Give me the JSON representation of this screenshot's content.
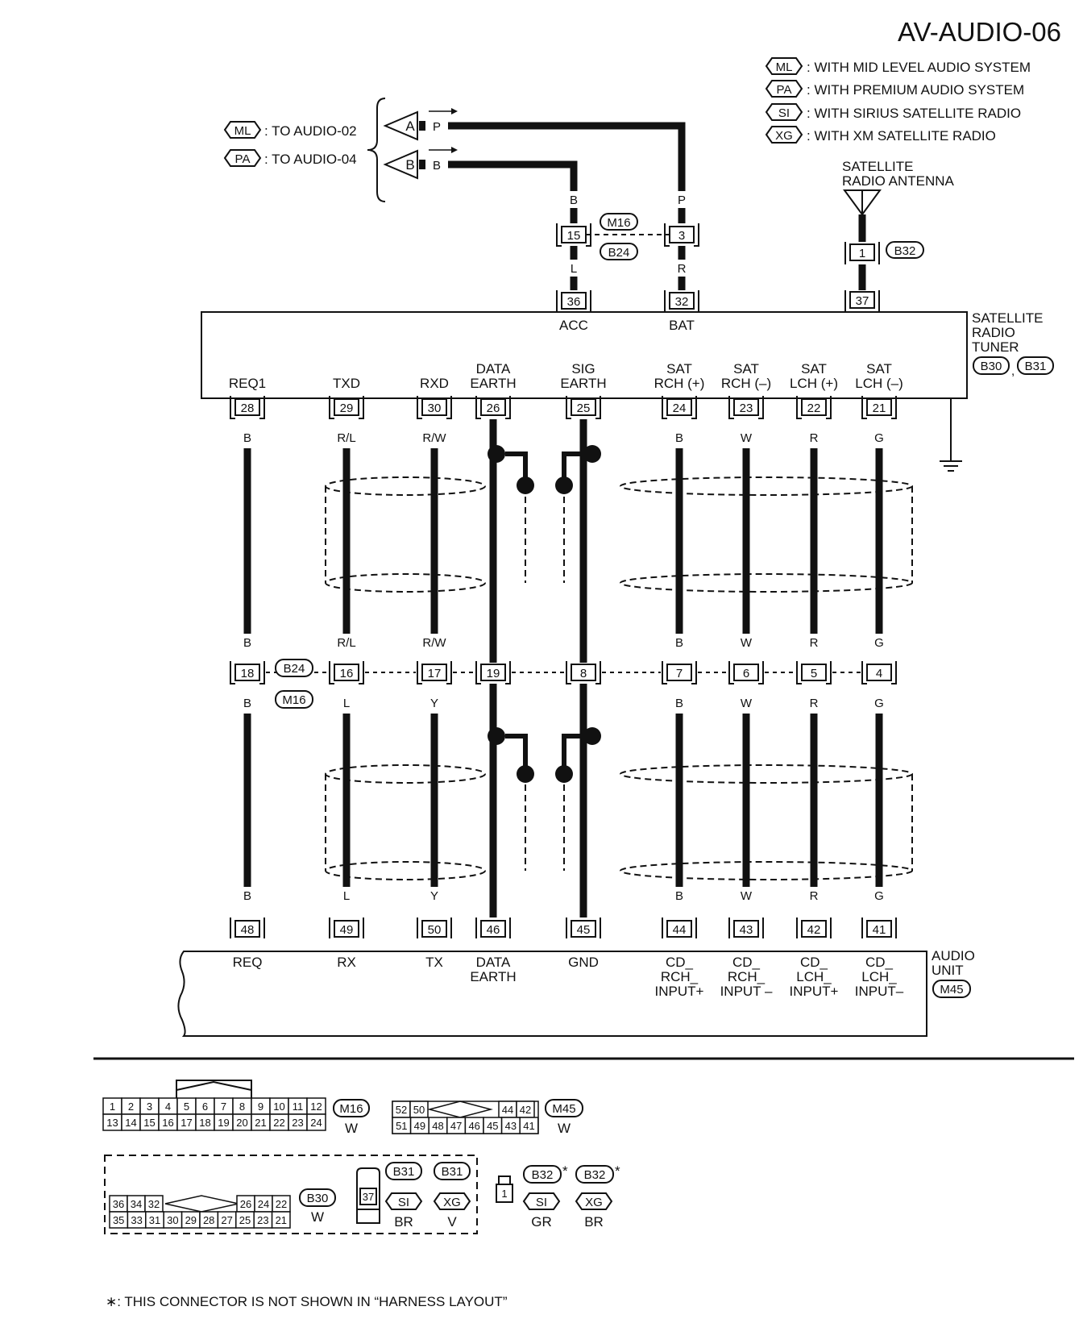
{
  "page_title": "AV-AUDIO-06",
  "legend": [
    {
      "code": "ML",
      "text": ": WITH MID LEVEL AUDIO SYSTEM"
    },
    {
      "code": "PA",
      "text": ": WITH PREMIUM AUDIO SYSTEM"
    },
    {
      "code": "SI",
      "text": ": WITH SIRIUS SATELLITE RADIO"
    },
    {
      "code": "XG",
      "text": ": WITH XM SATELLITE RADIO"
    }
  ],
  "goto": [
    {
      "code": "ML",
      "text": ": TO AUDIO-02"
    },
    {
      "code": "PA",
      "text": ": TO AUDIO-04"
    }
  ],
  "feed_labels": {
    "a": "A",
    "b": "B",
    "wire_a": "P",
    "wire_b": "B"
  },
  "power": {
    "b_top": "B",
    "p_top": "P",
    "pin_15": "15",
    "pin_3": "3",
    "conn_m16": "M16",
    "conn_b24": "B24",
    "b_low": "L",
    "p_low": "R",
    "pin_36": "36",
    "pin_32": "32",
    "acc": "ACC",
    "bat": "BAT"
  },
  "antenna": {
    "label_1": "SATELLITE",
    "label_2": "RADIO ANTENNA",
    "pin_1": "1",
    "conn": "B32",
    "pin_37": "37"
  },
  "tuner": {
    "name_1": "SATELLITE",
    "name_2": "RADIO",
    "name_3": "TUNER",
    "conn_1": "B30",
    "conn_2": "B31"
  },
  "audio_unit": {
    "name_1": "AUDIO",
    "name_2": "UNIT",
    "conn": "M45"
  },
  "mid_connector": {
    "conn_top": "B24",
    "conn_bottom": "M16"
  },
  "circuits": [
    {
      "tl1": "",
      "tl2": "REQ1",
      "tp": "28",
      "c1": "B",
      "c2": "B",
      "mp": "18",
      "c3": "B",
      "c4": "B",
      "bp": "48",
      "bl1": "REQ",
      "bl2": "",
      "bl3": ""
    },
    {
      "tl1": "",
      "tl2": "TXD",
      "tp": "29",
      "c1": "R/L",
      "c2": "R/L",
      "mp": "16",
      "c3": "L",
      "c4": "L",
      "bp": "49",
      "bl1": "RX",
      "bl2": "",
      "bl3": ""
    },
    {
      "tl1": "",
      "tl2": "RXD",
      "tp": "30",
      "c1": "R/W",
      "c2": "R/W",
      "mp": "17",
      "c3": "Y",
      "c4": "Y",
      "bp": "50",
      "bl1": "TX",
      "bl2": "",
      "bl3": ""
    },
    {
      "tl1": "DATA",
      "tl2": "EARTH",
      "tp": "26",
      "c1": "",
      "c2": "",
      "mp": "19",
      "c3": "",
      "c4": "",
      "bp": "46",
      "bl1": "DATA",
      "bl2": "EARTH",
      "bl3": ""
    },
    {
      "tl1": "SIG",
      "tl2": "EARTH",
      "tp": "25",
      "c1": "",
      "c2": "",
      "mp": "8",
      "c3": "",
      "c4": "",
      "bp": "45",
      "bl1": "GND",
      "bl2": "",
      "bl3": ""
    },
    {
      "tl1": "SAT",
      "tl2": "RCH (+)",
      "tp": "24",
      "c1": "B",
      "c2": "B",
      "mp": "7",
      "c3": "B",
      "c4": "B",
      "bp": "44",
      "bl1": "CD_",
      "bl2": "RCH_",
      "bl3": "INPUT+"
    },
    {
      "tl1": "SAT",
      "tl2": "RCH (–)",
      "tp": "23",
      "c1": "W",
      "c2": "W",
      "mp": "6",
      "c3": "W",
      "c4": "W",
      "bp": "43",
      "bl1": "CD_",
      "bl2": "RCH_",
      "bl3": "INPUT –"
    },
    {
      "tl1": "SAT",
      "tl2": "LCH (+)",
      "tp": "22",
      "c1": "R",
      "c2": "R",
      "mp": "5",
      "c3": "R",
      "c4": "R",
      "bp": "42",
      "bl1": "CD_",
      "bl2": "LCH_",
      "bl3": "INPUT+"
    },
    {
      "tl1": "SAT",
      "tl2": "LCH (–)",
      "tp": "21",
      "c1": "G",
      "c2": "G",
      "mp": "4",
      "c3": "G",
      "c4": "G",
      "bp": "41",
      "bl1": "CD_",
      "bl2": "LCH_",
      "bl3": "INPUT–"
    }
  ],
  "connector_views": {
    "m16": {
      "row1": [
        "1",
        "2",
        "3",
        "4",
        "5",
        "6",
        "7",
        "8",
        "9",
        "10",
        "11",
        "12"
      ],
      "row2": [
        "13",
        "14",
        "15",
        "16",
        "17",
        "18",
        "19",
        "20",
        "21",
        "22",
        "23",
        "24"
      ],
      "code": "M16",
      "color": "W"
    },
    "m45": {
      "row1": [
        "52",
        "50",
        "44",
        "42"
      ],
      "row2": [
        "51",
        "49",
        "48",
        "47",
        "46",
        "45",
        "43",
        "41"
      ],
      "code": "M45",
      "color": "W"
    },
    "b30": {
      "row1": [
        "36",
        "34",
        "32",
        "26",
        "24",
        "22"
      ],
      "row2": [
        "35",
        "33",
        "31",
        "30",
        "29",
        "28",
        "27",
        "25",
        "23",
        "21"
      ],
      "code": "B30",
      "color": "W"
    },
    "b31": {
      "pin": "37",
      "code_1": "B31",
      "code_2": "B31",
      "sys_1": "SI",
      "sys_2": "XG",
      "color_1": "BR",
      "color_2": "V"
    },
    "b32": {
      "pin": "1",
      "code_1": "B32",
      "code_2": "B32",
      "sys_1": "SI",
      "sys_2": "XG",
      "color_1": "GR",
      "color_2": "BR",
      "star": "*"
    }
  },
  "footnote": "∗: THIS CONNECTOR IS NOT SHOWN IN “HARNESS LAYOUT”"
}
